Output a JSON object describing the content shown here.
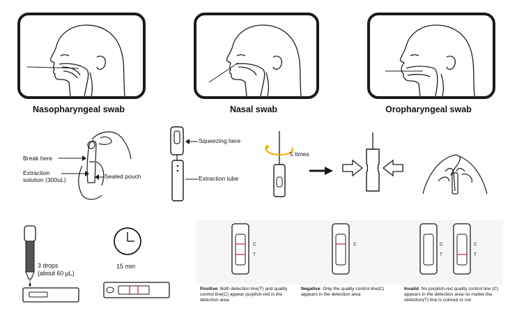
{
  "swabs": [
    {
      "label": "Nasopharyngeal swab"
    },
    {
      "label": "Nasal swab"
    },
    {
      "label": "Oropharyngeal swab"
    }
  ],
  "extraction": {
    "break_here": "Break here",
    "extraction_solution": "Extraction\nsolution (300uL)",
    "sealed_pouch": "Sealed pouch",
    "squeezing_here": "Squeezing here",
    "extraction_tube": "Extraction tube",
    "times": "5 times"
  },
  "dropping": {
    "drops": "3 drops\n(about 60 μL)",
    "wait": "15 min"
  },
  "results": {
    "c_label": "C",
    "t_label": "T",
    "positive_title": "Positive",
    "positive_text": ": Both detection line(T) and quality control line(C) appear purplish-red in the detection area",
    "negative_title": "Negative",
    "negative_text": ": Only the quality control line(C) appears in the detection area",
    "invalid_title": "Invalid",
    "invalid_text": ": No purplish-red quality control line (C) appears in the detection area no matter the detection(T) line is colored or not"
  },
  "colors": {
    "line": "#1a1a1a",
    "band": "#c2185b",
    "panel_bg": "#ffffff"
  }
}
